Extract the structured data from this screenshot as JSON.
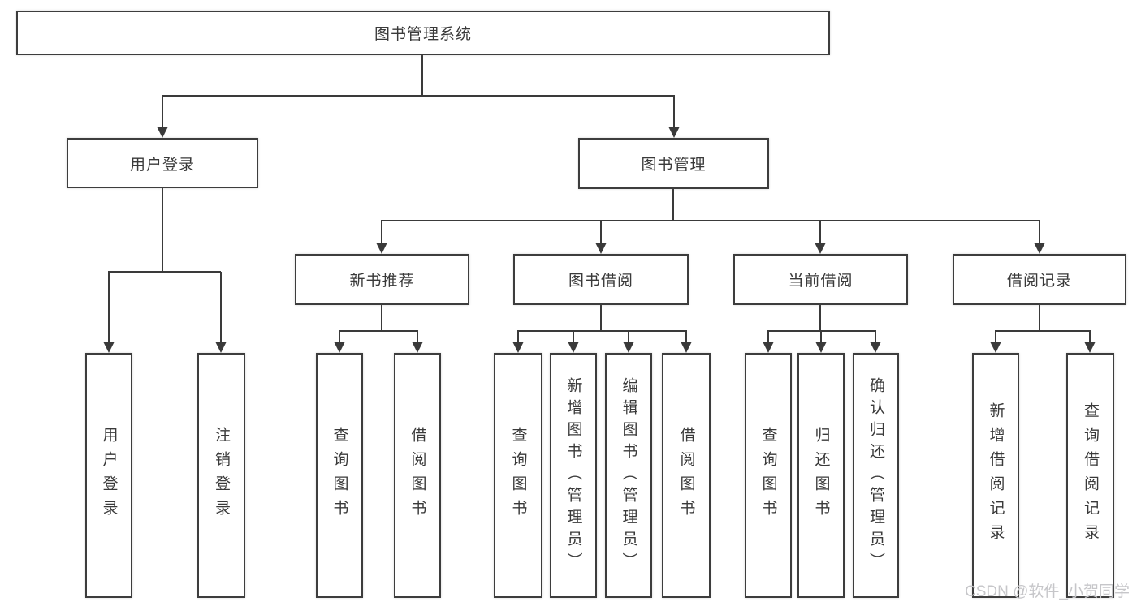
{
  "diagram": {
    "type": "hierarchy-functional-structure",
    "colors": {
      "line": "#3a3a3a",
      "box_border": "#3d3d3d",
      "text": "#3a3a3a",
      "background": "#ffffff",
      "watermark": "#c6c6c9"
    },
    "tree": {
      "label": "图书管理系统",
      "children": [
        {
          "label": "用户登录",
          "children": [
            {
              "label": "用户登录"
            },
            {
              "label": "注销登录"
            }
          ]
        },
        {
          "label": "图书管理",
          "children": [
            {
              "label": "新书推荐",
              "children": [
                {
                  "label": "查询图书"
                },
                {
                  "label": "借阅图书"
                }
              ]
            },
            {
              "label": "图书借阅",
              "children": [
                {
                  "label": "查询图书"
                },
                {
                  "label": "新增图书（管理员）"
                },
                {
                  "label": "编辑图书（管理员）"
                },
                {
                  "label": "借阅图书"
                }
              ]
            },
            {
              "label": "当前借阅",
              "children": [
                {
                  "label": "查询图书"
                },
                {
                  "label": "归还图书"
                },
                {
                  "label": "确认归还（管理员）"
                }
              ]
            },
            {
              "label": "借阅记录",
              "children": [
                {
                  "label": "新增借阅记录"
                },
                {
                  "label": "查询借阅记录"
                }
              ]
            }
          ]
        }
      ]
    },
    "watermark": "CSDN @软件_小贺同学"
  }
}
